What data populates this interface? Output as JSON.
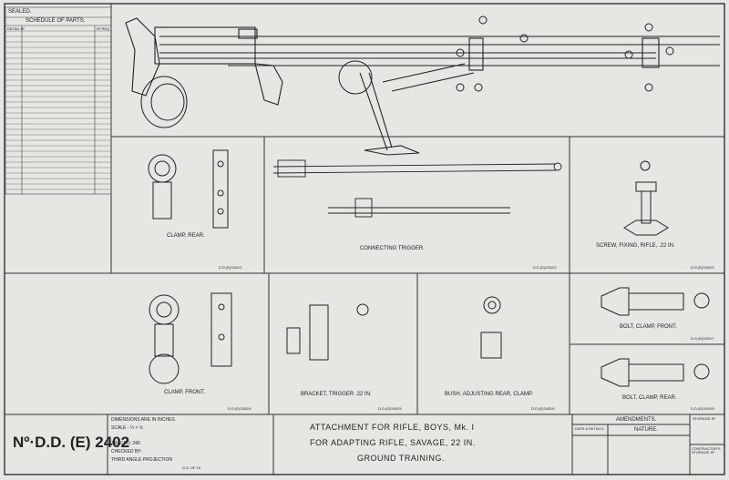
{
  "sheet": {
    "sealed": "SEALED.",
    "schedule_title": "SCHEDULE OF PARTS.",
    "detail_no_header": "DETAIL Nº",
    "req_header": "Nº REQ",
    "drawing_number": "Nº·D.D. (E) 2402",
    "notes": {
      "dimensions": "DIMENSIONS ARE IN INCHES.",
      "scale": "SCALE - ¼ × ½",
      "traced": "TRACED: 240",
      "checked": "CHECKED BY:",
      "third_angle": "THIRD ANGLE PROJECTION",
      "ds": "D.S. OF 15"
    },
    "title": {
      "line1": "ATTACHMENT FOR RIFLE, BOYS, Mk. I",
      "line2": "FOR ADAPTING RIFLE, SAVAGE, 22 IN.",
      "line3": "GROUND TRAINING."
    },
    "amendments": {
      "title": "AMENDMENTS.",
      "date_col": "DATE & INITIALS",
      "nature_col": "NATURE."
    },
    "storage_no": "STORAGE Nº",
    "contractors_storage": "CONTRACTOR'S STORAGE Nº"
  },
  "panels": [
    {
      "caption": "CLAMP, REAR.",
      "ref": "D.D.(E)2402/1"
    },
    {
      "caption": "CONNECTING TRIGGER.",
      "ref": "D.D.(E)2402/2"
    },
    {
      "caption": "SCREW, FIXING, RIFLE, .22 IN.",
      "ref": "D.D.(E)2402/3"
    },
    {
      "caption": "CLAMP, FRONT.",
      "ref": "D.D.(E)2402/4"
    },
    {
      "caption": "BRACKET, TRIGGER .22 IN.",
      "ref": "D.D.(E)2402/5"
    },
    {
      "caption": "BUSH, ADJUSTING REAR, CLAMP.",
      "ref": "D.D.(E)2402/6"
    },
    {
      "caption": "BOLT, CLAMP, FRONT.",
      "ref": "D.D.(E)2402/7"
    },
    {
      "caption": "BOLT, CLAMP, REAR.",
      "ref": "D.D.(E)2402/8"
    }
  ]
}
